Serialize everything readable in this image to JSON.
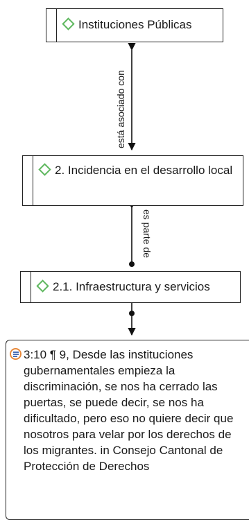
{
  "nodes": {
    "top": {
      "label": "Instituciones Públicas",
      "icon": "code-diamond-icon"
    },
    "middle": {
      "label": "2. Incidencia en el desarrollo local",
      "icon": "code-diamond-icon"
    },
    "lower": {
      "label": "2.1. Infraestructura y servicios",
      "icon": "code-diamond-icon"
    }
  },
  "relations": {
    "first": "está asociado con",
    "second": "es parte de"
  },
  "quotation": {
    "icon": "quotation-icon",
    "text": "3:10 ¶ 9, Desde las instituciones gubernamentales empieza la discriminación, se nos ha cerrado las puertas, se puede decir, se nos ha dificultado, pero eso no quiere decir que nosotros para velar por los derechos de los migrantes. in Consejo Cantonal de Protección de Derechos"
  },
  "colors": {
    "code_icon": "#5fb85f",
    "quotation_icon_ring": "#e8893a",
    "quotation_icon_lines": "#4a6fb5"
  }
}
